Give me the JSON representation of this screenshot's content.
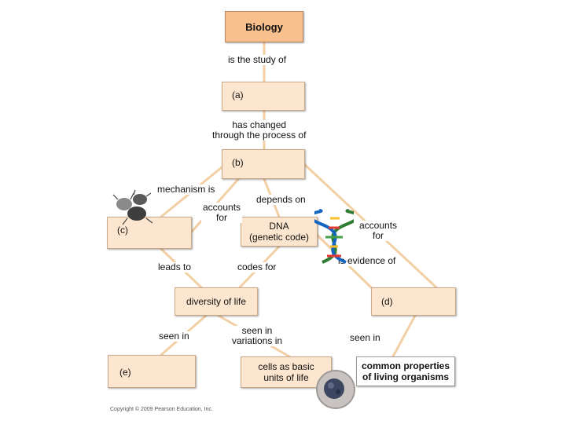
{
  "nodes": {
    "biology": "Biology",
    "a": "(a)",
    "b": "(b)",
    "c": "(c)",
    "dna": "DNA\n(genetic code)",
    "diversity": "diversity of life",
    "d": "(d)",
    "e": "(e)",
    "cells": "cells as basic\nunits of life",
    "common": "common properties\nof living organisms"
  },
  "links": {
    "study": "is the study of",
    "changed": "has changed\nthrough the process of",
    "mechanism": "mechanism is",
    "accounts_left": "accounts\nfor",
    "depends": "depends on",
    "accounts_right": "accounts\nfor",
    "leads": "leads to",
    "codes": "codes for",
    "evidence": "is evidence of",
    "seen_left": "seen in",
    "seen_mid": "seen in\nvariations in",
    "seen_right": "seen in"
  },
  "footer": {
    "copyright": "Copyright © 2009 Pearson Education, Inc."
  },
  "icons": {
    "beetles": "beetles-icon",
    "dna": "dna-helix-icon",
    "cell": "cell-icon"
  }
}
